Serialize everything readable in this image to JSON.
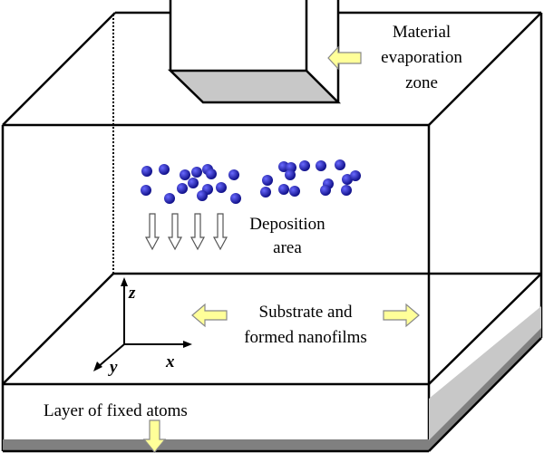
{
  "labels": {
    "evaporation": [
      "Material",
      "evaporation",
      "zone"
    ],
    "deposition": [
      "Deposition",
      "area"
    ],
    "substrate": [
      "Substrate and",
      "formed nanofilms"
    ],
    "fixed_layer": "Layer of fixed atoms"
  },
  "axes": {
    "z": "z",
    "x": "x",
    "y": "y"
  },
  "colors": {
    "atom": "#1a1aa8",
    "arrow_fill": "#ffff99",
    "shade_light": "#c8c8c8",
    "shade_dark": "#808080"
  }
}
